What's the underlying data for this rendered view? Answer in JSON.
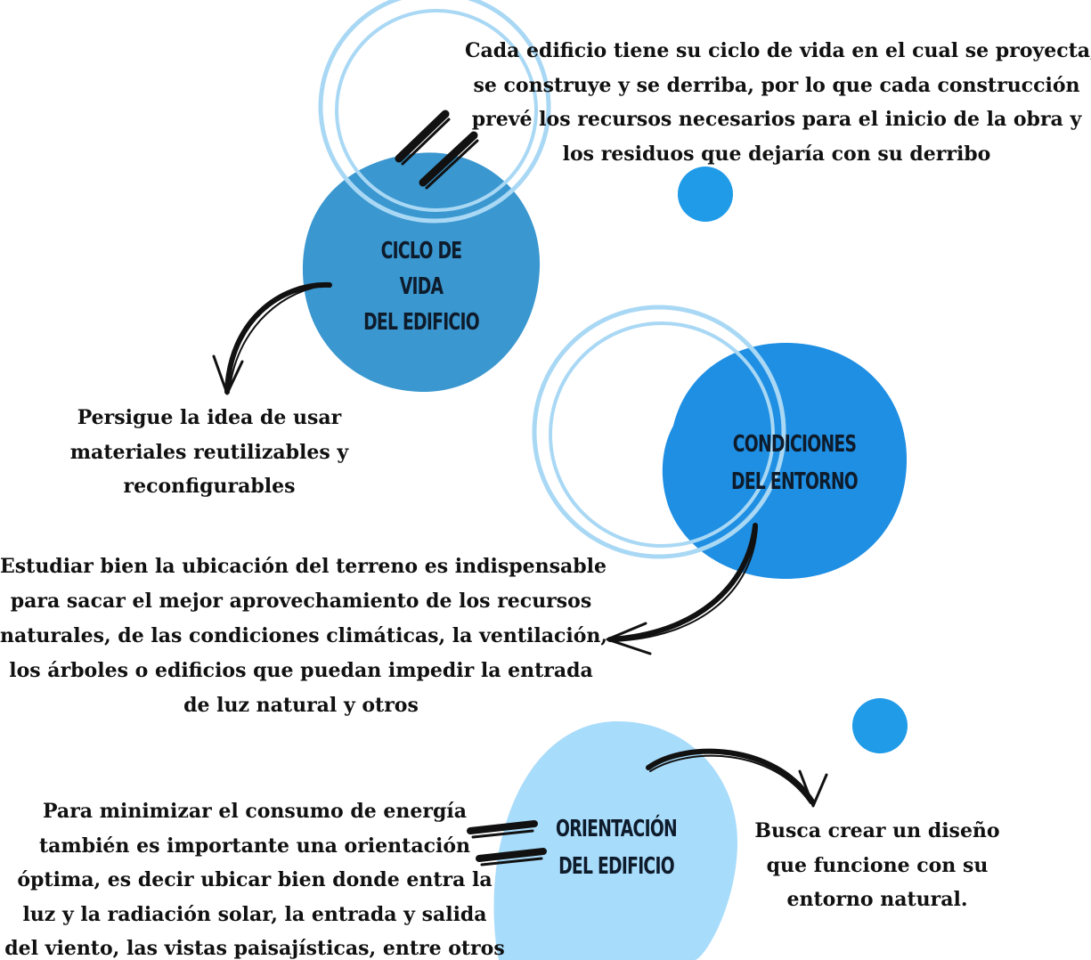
{
  "colors": {
    "blob_dark": "#3a97cf",
    "blob_mid": "#1f8fe3",
    "blob_light": "#a8dcfb",
    "ring": "#a9d8f5",
    "dot": "#1f9be8",
    "arrow": "#111111",
    "text": "#111111"
  },
  "nodes": {
    "ciclo": {
      "label_line1": "CICLO DE VIDA",
      "label_line2": "DEL EDIFICIO"
    },
    "condiciones": {
      "label_line1": "CONDICIONES",
      "label_line2": "DEL ENTORNO"
    },
    "orientacion": {
      "label_line1": "ORIENTACIÓN",
      "label_line2": "DEL EDIFICIO"
    }
  },
  "texts": {
    "ciclo_desc": [
      "Cada edificio tiene su ciclo de vida en el cual se proyecta,",
      "se construye y se derriba, por lo que cada construcción",
      "prevé los recursos necesarios para el inicio de la obra y",
      "los residuos que dejaría con su derribo"
    ],
    "ciclo_result": [
      "Persigue la idea de usar",
      "materiales reutilizables y",
      "reconfigurables"
    ],
    "entorno_desc": [
      "Estudiar bien la ubicación del terreno es indispensable",
      "para sacar el mejor aprovechamiento de los recursos",
      "naturales, de las condiciones climáticas, la ventilación,",
      "los árboles o edificios que puedan impedir la entrada",
      "de luz natural y otros"
    ],
    "orientacion_desc": [
      "Para minimizar el consumo de energía",
      "también es importante una orientación",
      "óptima, es decir ubicar bien donde entra la",
      "luz y la radiación solar, la entrada y salida",
      "del viento, las vistas paisajísticas, entre otros"
    ],
    "orientacion_result": [
      "Busca crear un diseño",
      "que funcione con su",
      "entorno natural."
    ]
  }
}
